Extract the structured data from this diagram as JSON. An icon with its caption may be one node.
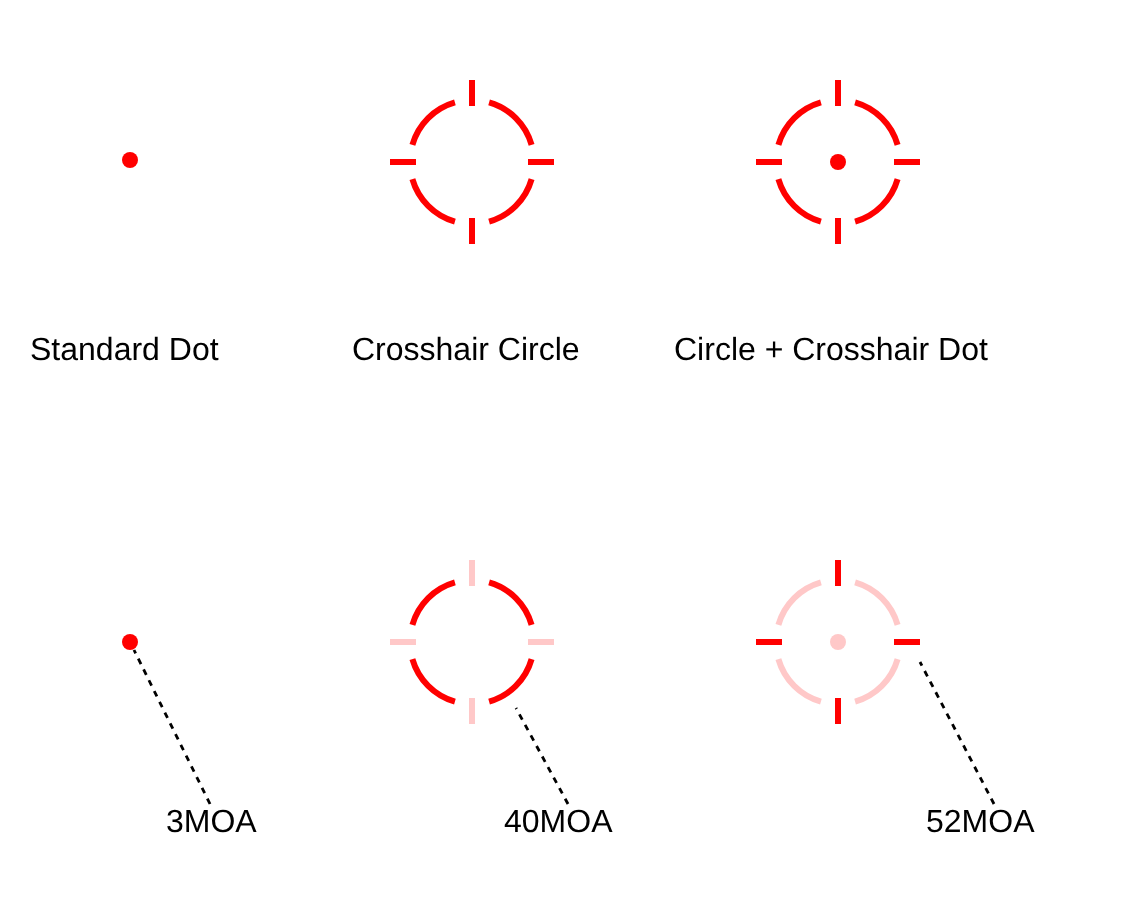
{
  "diagram": {
    "nodes": [
      {
        "text": [],
        "shape": "dot"
      },
      {
        "text": [],
        "shape": "circle"
      },
      {
        "text": [],
        "shape": "crosshair"
      },
      {
        "text": [
          "3MOA"
        ]
      },
      {
        "text": [
          "40MOA"
        ]
      },
      {
        "text": [
          "52MOA"
        ]
      }
    ],
    "edges": [
      {
        "from": 3,
        "to": 0,
        "arrow": "none",
        "style": "dashed"
      },
      {
        "from": 4,
        "to": 1,
        "arrow": "none",
        "style": "dashed"
      },
      {
        "from": 5,
        "to": 2,
        "arrow": "none",
        "style": "dashed"
      }
    ],
    "labels": [
      "Standard Dot",
      "Crosshair Circle",
      "Circle + Crosshair Dot"
    ]
  }
}
